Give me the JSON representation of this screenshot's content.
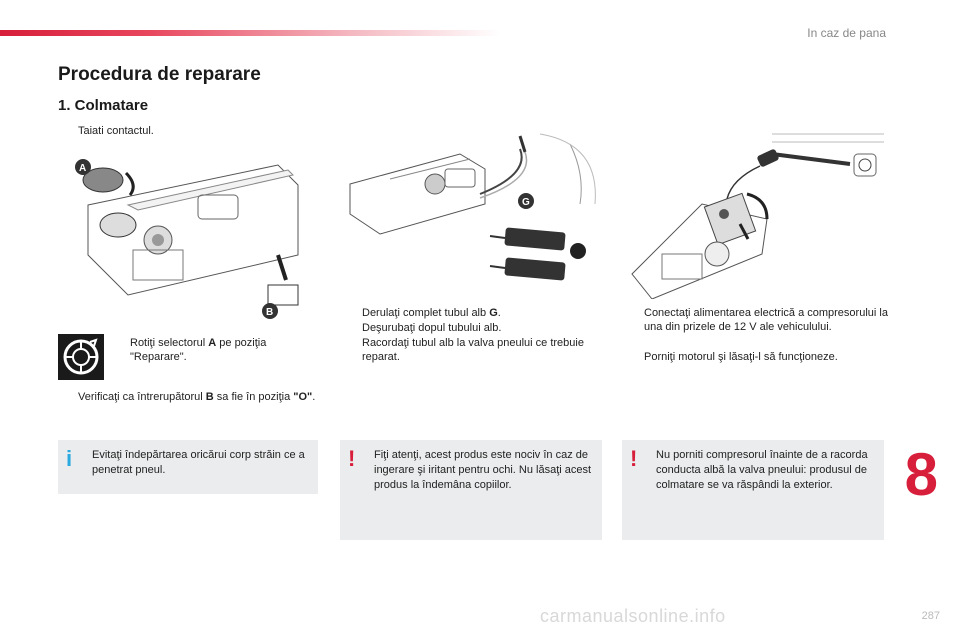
{
  "header": {
    "section": "In caz de pana"
  },
  "title": "Procedura de reparare",
  "subtitle": "1. Colmatare",
  "col1": {
    "step1": "Taiati contactul.",
    "step2_a": "Rotiţi selectorul ",
    "step2_bold": "A",
    "step2_b": " pe poziţia \"Reparare\".",
    "step3_a": "Verificaţi ca întrerupătorul ",
    "step3_bold": "B",
    "step3_b": " sa fie în poziţia ",
    "step3_bold2": "\"O\"",
    "step3_c": ".",
    "info_box": "Evitaţi îndepărtarea oricărui corp străin ce a penetrat pneul.",
    "label_a": "A",
    "label_b": "B"
  },
  "col2": {
    "step1_a": "Derulaţi complet tubul alb ",
    "step1_bold": "G",
    "step1_b": ".",
    "step2": "Deşurubaţi dopul tubului alb.",
    "step3": "Racordaţi tubul alb la valva pneului ce trebuie reparat.",
    "warning_box": "Fiţi atenţi, acest produs este nociv în caz de ingerare şi iritant pentru ochi. Nu lăsaţi acest produs la îndemâna copiilor.",
    "label_g": "G"
  },
  "col3": {
    "step1": "Conectaţi alimentarea electrică a compresorului la una din prizele de 12 V ale vehiculului.",
    "step2": "Porniţi motorul şi lăsaţi-l să funcţioneze.",
    "warning_box": "Nu porniti compresorul înainte de a racorda conducta albă la valva pneului: produsul de colmatare se va răspândi la exterior."
  },
  "icons": {
    "bullet": "",
    "info": "i",
    "warning": "!"
  },
  "chapter": "8",
  "page_number": "287",
  "watermark": "carmanualsonline.info",
  "colors": {
    "accent": "#d71e3a",
    "info_blue": "#2aa8e0",
    "box_bg": "#eaeced"
  }
}
